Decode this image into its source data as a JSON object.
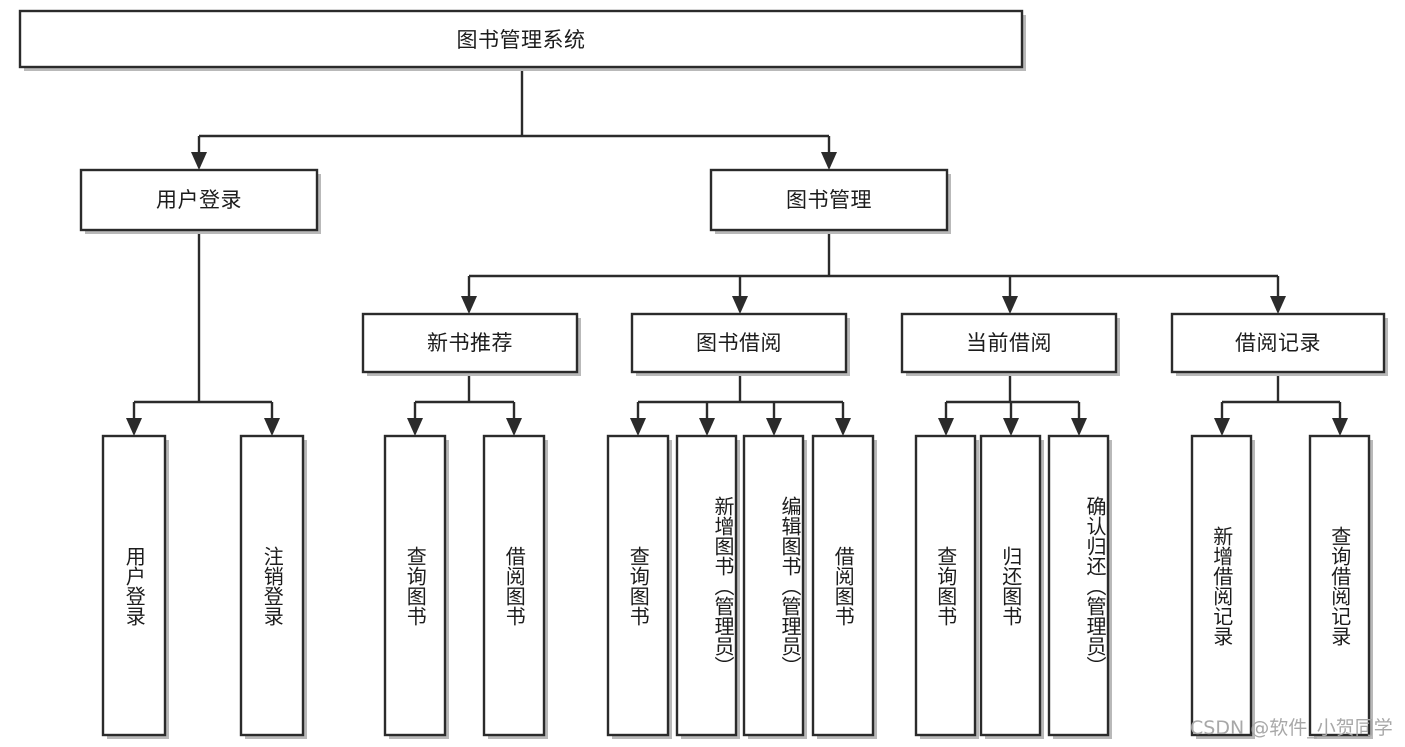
{
  "diagram": {
    "type": "tree-hierarchy",
    "title": "图书管理系统",
    "root": {
      "id": "root",
      "label": "图书管理系统",
      "orientation": "horizontal"
    },
    "level2": [
      {
        "id": "user-login",
        "label": "用户登录",
        "orientation": "horizontal"
      },
      {
        "id": "book-manage",
        "label": "图书管理",
        "orientation": "horizontal"
      }
    ],
    "level3": [
      {
        "id": "new-book-rec",
        "label": "新书推荐",
        "orientation": "horizontal"
      },
      {
        "id": "book-borrow",
        "label": "图书借阅",
        "orientation": "horizontal"
      },
      {
        "id": "current-borrow",
        "label": "当前借阅",
        "orientation": "horizontal"
      },
      {
        "id": "borrow-record",
        "label": "借阅记录",
        "orientation": "horizontal"
      }
    ],
    "leaves": [
      {
        "id": "leaf-user-login",
        "parent": "user-login",
        "label": "用户登录",
        "orientation": "vertical"
      },
      {
        "id": "leaf-user-logout",
        "parent": "user-login",
        "label": "注销登录",
        "orientation": "vertical"
      },
      {
        "id": "leaf-rec-query-book",
        "parent": "new-book-rec",
        "label": "查询图书",
        "orientation": "vertical"
      },
      {
        "id": "leaf-rec-borrow-book",
        "parent": "new-book-rec",
        "label": "借阅图书",
        "orientation": "vertical"
      },
      {
        "id": "leaf-borrow-query-book",
        "parent": "book-borrow",
        "label": "查询图书",
        "orientation": "vertical"
      },
      {
        "id": "leaf-borrow-add-book",
        "parent": "book-borrow",
        "label": "新增图书（管理员）",
        "orientation": "vertical"
      },
      {
        "id": "leaf-borrow-edit-book",
        "parent": "book-borrow",
        "label": "编辑图书（管理员）",
        "orientation": "vertical"
      },
      {
        "id": "leaf-borrow-borrow-book",
        "parent": "book-borrow",
        "label": "借阅图书",
        "orientation": "vertical"
      },
      {
        "id": "leaf-current-query-book",
        "parent": "current-borrow",
        "label": "查询图书",
        "orientation": "vertical"
      },
      {
        "id": "leaf-current-return-book",
        "parent": "current-borrow",
        "label": "归还图书",
        "orientation": "vertical"
      },
      {
        "id": "leaf-current-confirm-return",
        "parent": "current-borrow",
        "label": "确认归还（管理员）",
        "orientation": "vertical"
      },
      {
        "id": "leaf-record-add",
        "parent": "borrow-record",
        "label": "新增借阅记录",
        "orientation": "vertical"
      },
      {
        "id": "leaf-record-query",
        "parent": "borrow-record",
        "label": "查询借阅记录",
        "orientation": "vertical"
      }
    ],
    "colors": {
      "box_stroke": "#2b2b2b",
      "box_fill": "#ffffff",
      "text": "#1c1c1c",
      "shadow": "#b9b9b9",
      "watermark": "#a8a8a8",
      "background": "#ffffff"
    }
  },
  "watermark": {
    "text": "CSDN @软件_小贺同学"
  }
}
